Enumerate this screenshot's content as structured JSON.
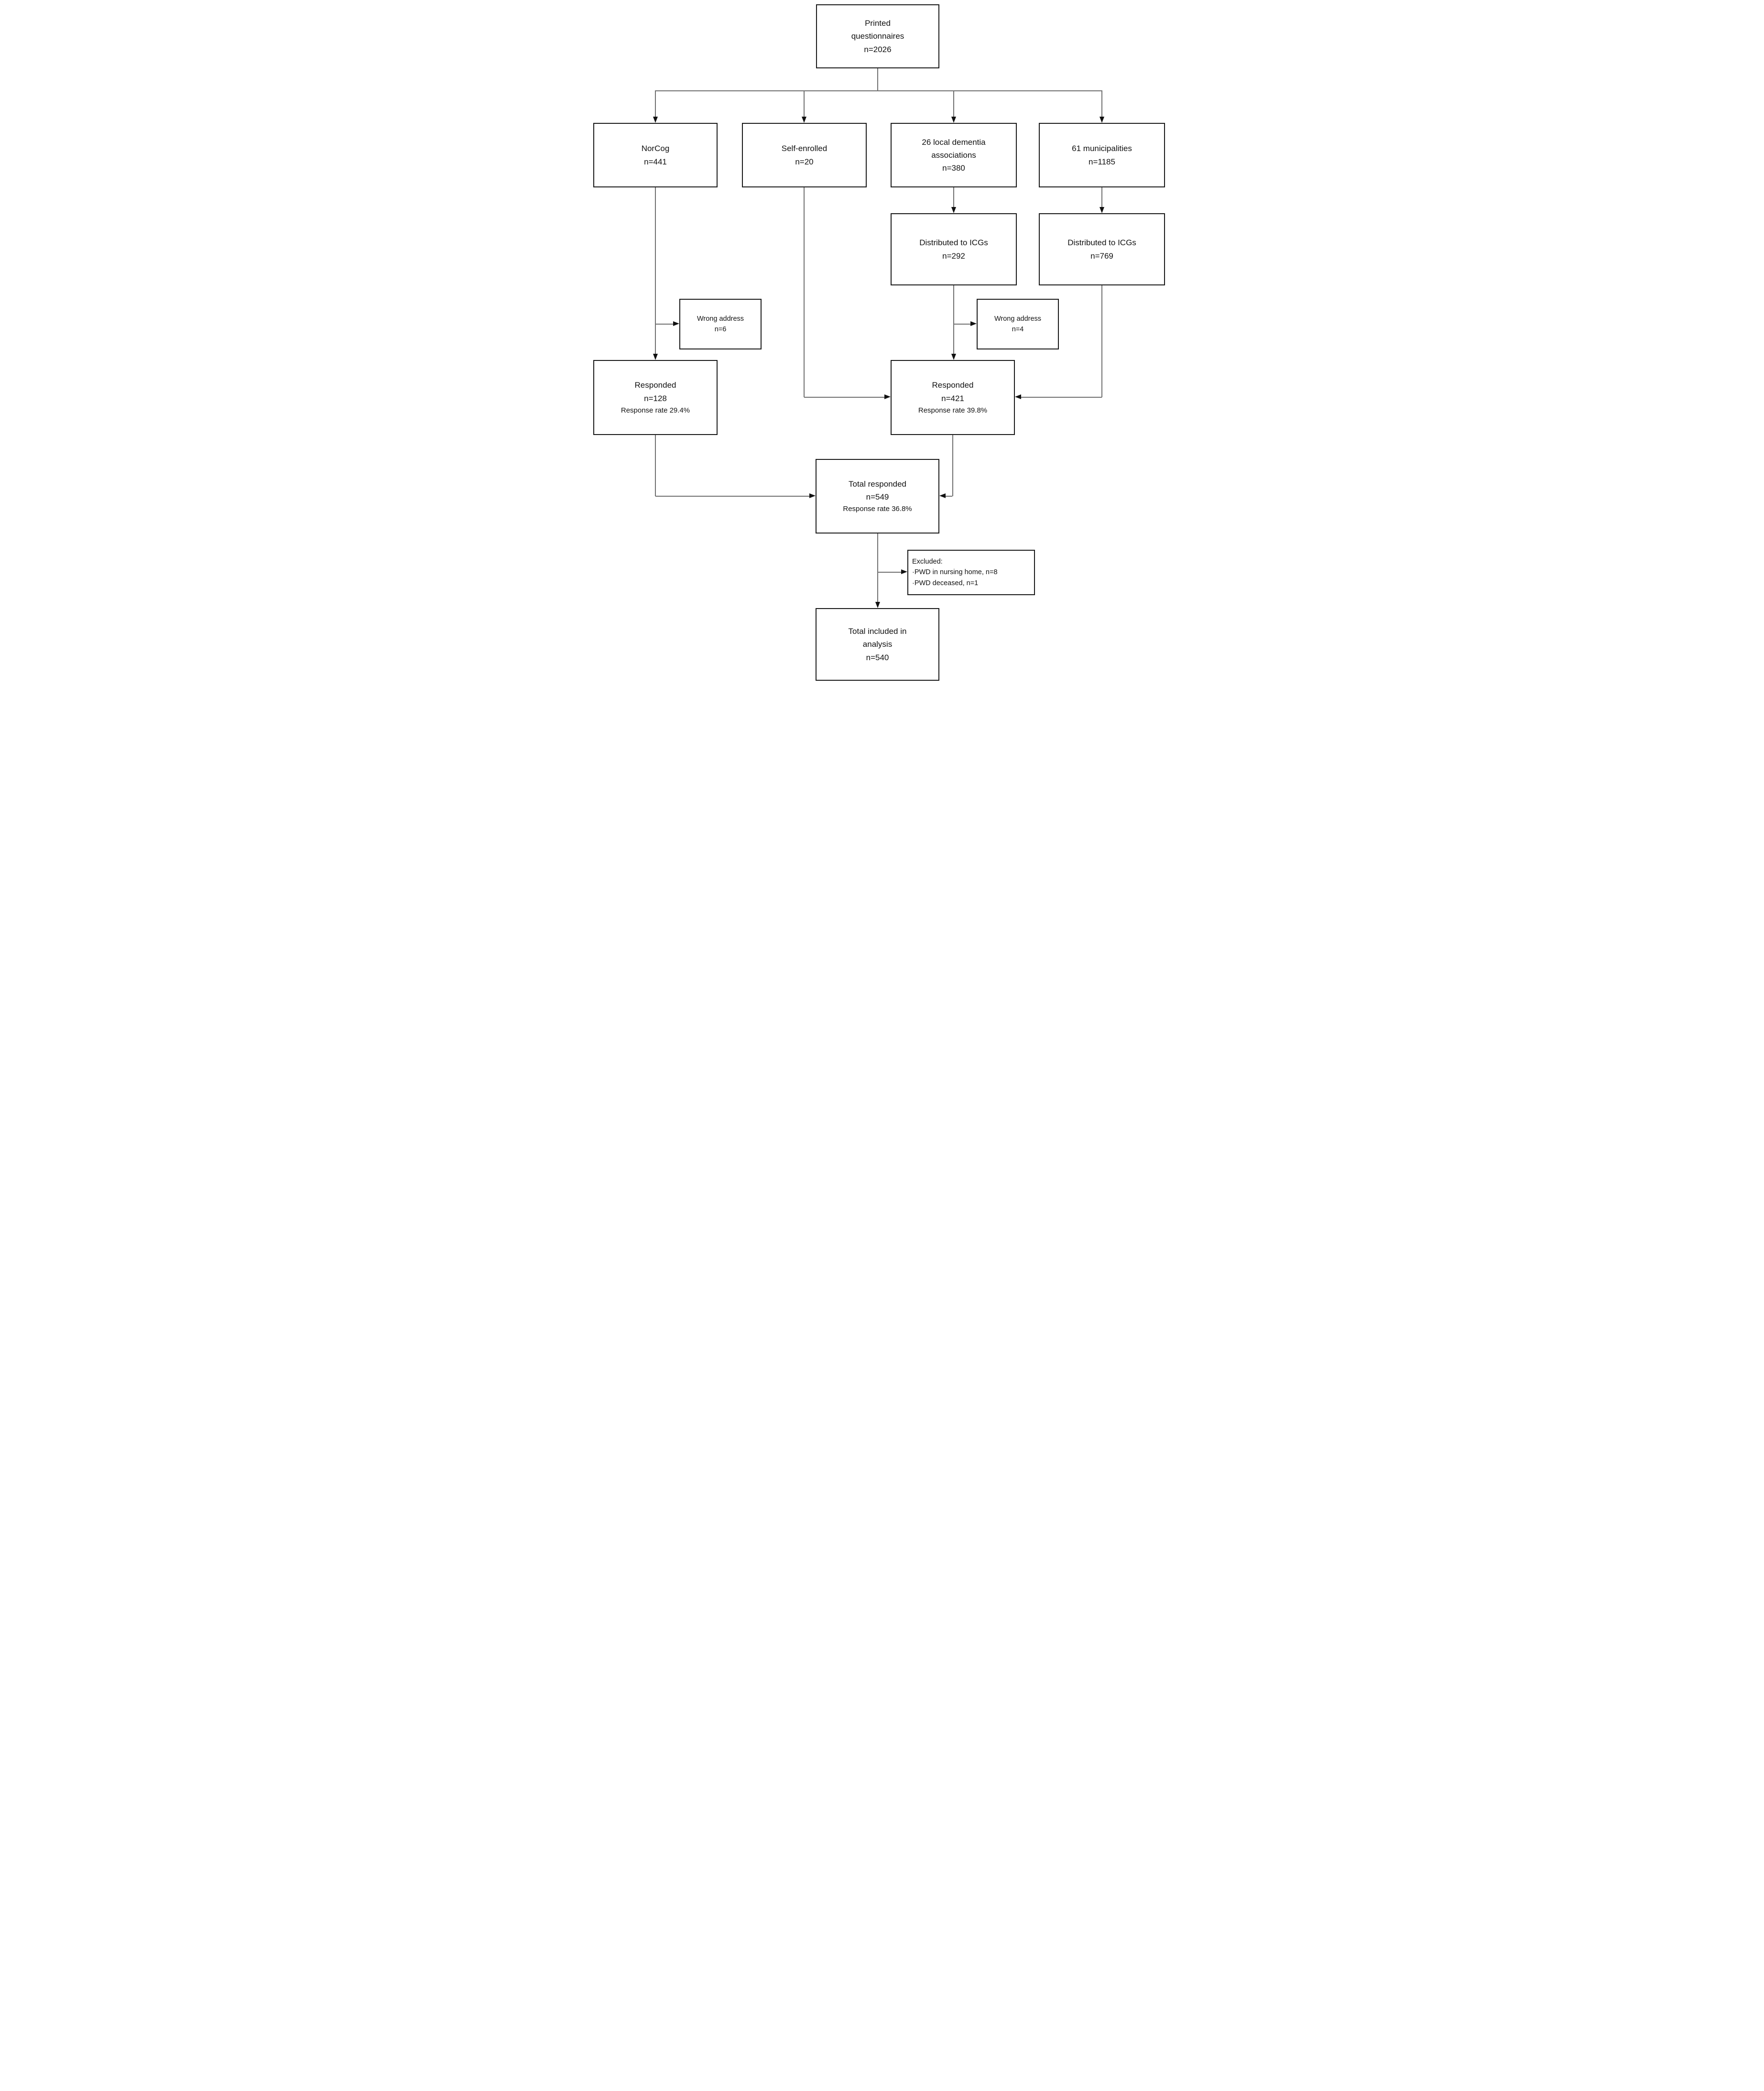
{
  "colors": {
    "background": "#ffffff",
    "box_border": "#1a1a1a",
    "connector_line": "#707070",
    "arrowhead": "#111111",
    "text": "#111111"
  },
  "nodes": {
    "printed": {
      "label": "Printed questionnaires",
      "n": "n=2026"
    },
    "norcog": {
      "label": "NorCog",
      "n": "n=441"
    },
    "self_enrolled": {
      "label": "Self-enrolled",
      "n": "n=20"
    },
    "dementia_assoc": {
      "label": "26 local dementia associations",
      "n": "n=380"
    },
    "municipalities": {
      "label": "61 municipalities",
      "n": "n=1185"
    },
    "icg_from_assoc": {
      "label": "Distributed to ICGs",
      "n": "n=292"
    },
    "icg_from_muni": {
      "label": "Distributed to ICGs",
      "n": "n=769"
    },
    "wrong_address_left": {
      "label": "Wrong address",
      "n": "n=6"
    },
    "wrong_address_right": {
      "label": "Wrong address",
      "n": "n=4"
    },
    "responded_left": {
      "label": "Responded",
      "n": "n=128",
      "rate": "Response rate 29.4%"
    },
    "responded_pooled": {
      "label": "Responded",
      "n": "n=421",
      "rate": "Response rate 39.8%"
    },
    "total_responded": {
      "label": "Total responded",
      "n": "n=549",
      "rate": "Response rate 36.8%"
    },
    "excluded": {
      "title": "Excluded:",
      "items": [
        "·PWD in nursing home, n=8",
        "·PWD deceased, n=1"
      ]
    },
    "total_included": {
      "label": "Total included in analysis",
      "n": "n=540"
    }
  },
  "edges": [
    {
      "from": "printed",
      "to": "norcog"
    },
    {
      "from": "printed",
      "to": "self_enrolled"
    },
    {
      "from": "printed",
      "to": "dementia_assoc"
    },
    {
      "from": "printed",
      "to": "municipalities"
    },
    {
      "from": "dementia_assoc",
      "to": "icg_from_assoc"
    },
    {
      "from": "municipalities",
      "to": "icg_from_muni"
    },
    {
      "from": "norcog",
      "to": "wrong_address_left"
    },
    {
      "from": "norcog",
      "to": "responded_left"
    },
    {
      "from": "icg_from_assoc",
      "to": "wrong_address_right"
    },
    {
      "from": "icg_from_assoc",
      "to": "responded_pooled"
    },
    {
      "from": "self_enrolled",
      "to": "responded_pooled"
    },
    {
      "from": "icg_from_muni",
      "to": "responded_pooled"
    },
    {
      "from": "responded_left",
      "to": "total_responded"
    },
    {
      "from": "responded_pooled",
      "to": "total_responded"
    },
    {
      "from": "total_responded",
      "to": "excluded"
    },
    {
      "from": "total_responded",
      "to": "total_included"
    }
  ]
}
